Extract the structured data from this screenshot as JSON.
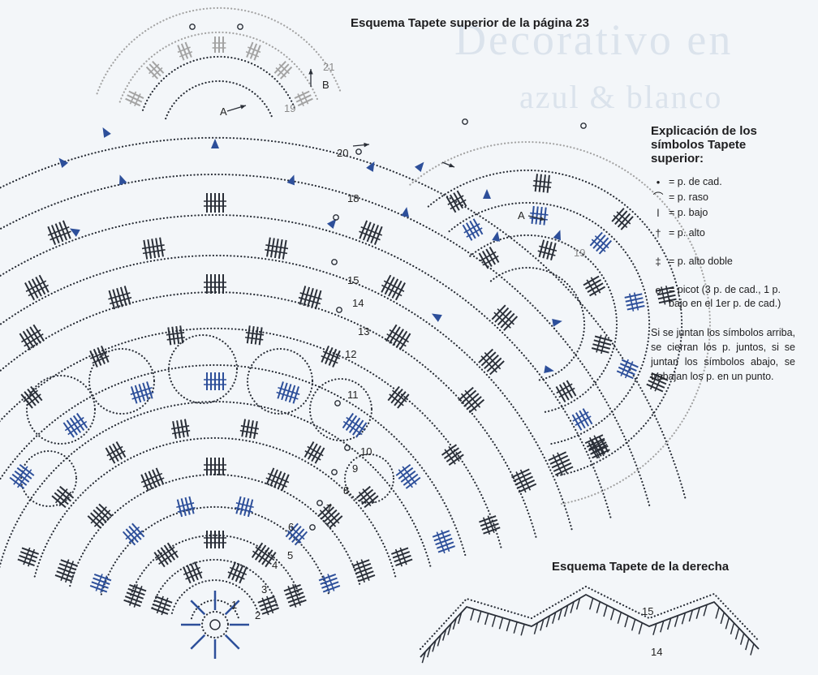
{
  "main_title": "Esquema Tapete superior de la página 23",
  "watermark": {
    "line1": "Decorativo en",
    "line2": "azul & blanco"
  },
  "legend": {
    "title": "Explicación de los símbolos Tapete superior:",
    "items": [
      {
        "symbol": "•",
        "label": "= p. de cad."
      },
      {
        "symbol": "⌒",
        "label": "= p. raso"
      },
      {
        "symbol": "ǀ",
        "label": "= p. bajo"
      },
      {
        "symbol": "†",
        "label": "= p. alto"
      },
      {
        "symbol": "‡",
        "label": "= p. alto doble"
      },
      {
        "symbol": "o",
        "label": "= picot (3 p. de cad., 1 p. bajo en el 1er p. de cad.)"
      }
    ],
    "note": "Si se juntan los símbolos arriba, se cierran los p. juntos, si se juntan los símbolos abajo, se trabajan los p. en un punto."
  },
  "right_title": "Esquema Tapete de la derecha",
  "round_labels": {
    "r21": "21",
    "B": "B",
    "A_top": "A",
    "r19_top": "19",
    "r20": "20",
    "r18": "18",
    "r15": "15",
    "r14": "14",
    "r13": "13",
    "r12": "12",
    "r11": "11",
    "r10": "10",
    "r9": "9",
    "r8": "8",
    "r7": "7",
    "r6": "6",
    "r5": "5",
    "r4": "4",
    "r3": "3",
    "r1": "1",
    "r2": "2",
    "A_right": "A",
    "r19_right": "19",
    "r15_b": "15",
    "r14_b": "14"
  },
  "colors": {
    "ink": "#2a2f38",
    "blue": "#2d4f9a",
    "grey": "#a3a3a3",
    "background": "#f3f6f9"
  }
}
